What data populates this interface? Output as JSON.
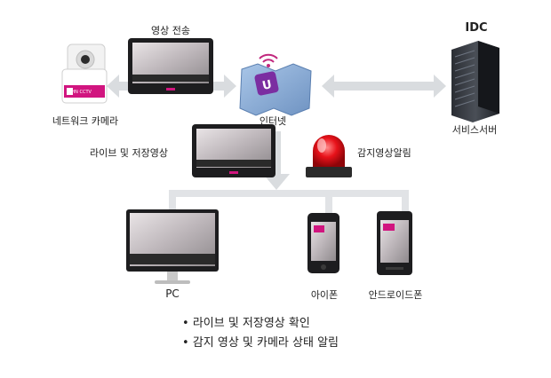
{
  "labels": {
    "video_transfer": "영상 전송",
    "idc": "IDC",
    "network_camera": "네트워크 카메라",
    "internet": "인터넷",
    "service_server": "서비스서버",
    "live_recorded": "라이브 및 저장영상",
    "motion_alarm": "감지영상알림",
    "pc": "PC",
    "iphone": "아이폰",
    "android": "안드로이드폰"
  },
  "camera_brand": "AHN CCTV",
  "bullets": [
    "라이브 및 저장영상 확인",
    "감지 영상 및 카메라 상태 알림"
  ],
  "icons": {
    "camera": "network-camera-icon",
    "monitor": "video-monitor-icon",
    "internet": "internet-map-icon",
    "server": "server-rack-icon",
    "siren": "alarm-siren-icon",
    "pc": "desktop-monitor-icon",
    "phone": "smartphone-icon"
  },
  "colors": {
    "arrow": "#d9dcdf",
    "siren_red": "#e8121a",
    "brand_pink": "#d1157f",
    "device_dark": "#1d1d1f"
  }
}
